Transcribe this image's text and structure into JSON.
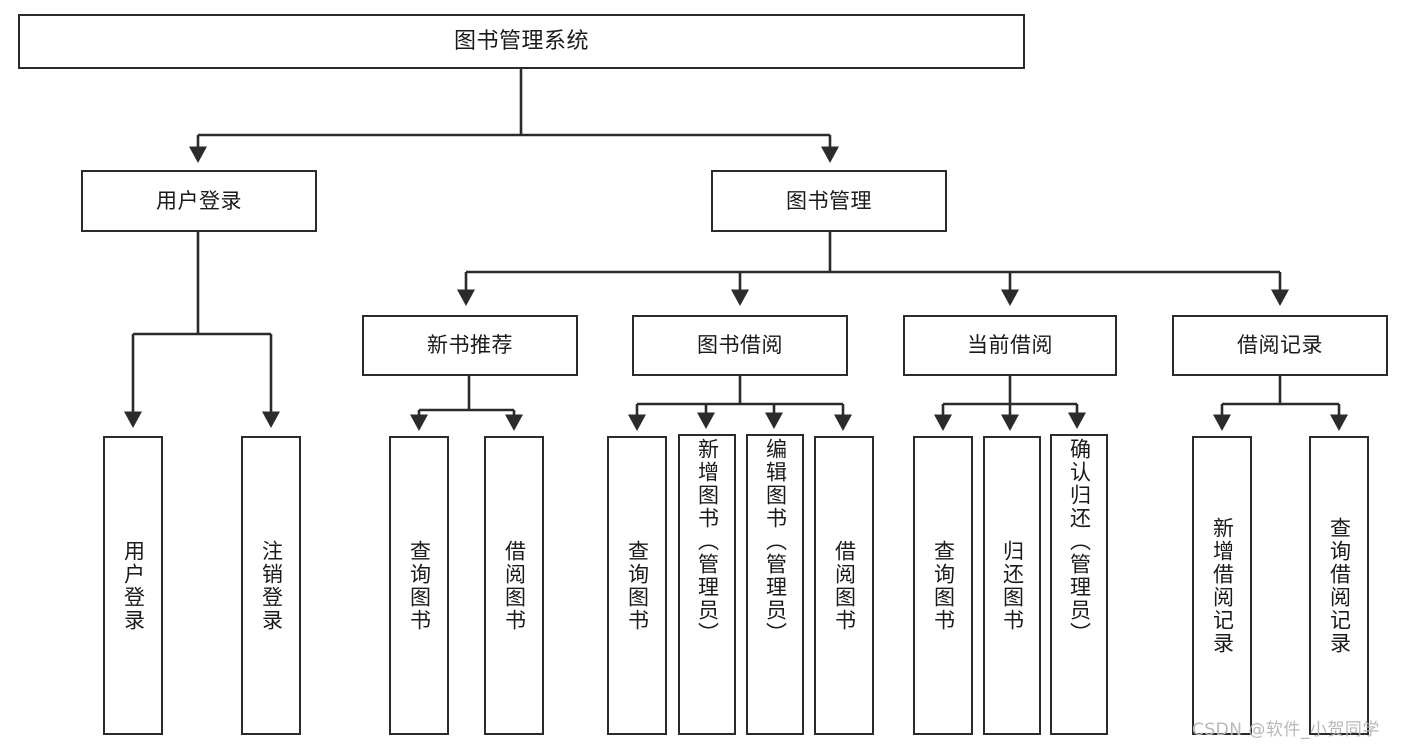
{
  "diagram": {
    "title": "图书管理系统",
    "type": "功能结构图",
    "stroke_color": "#2b2b2b",
    "fill_color": "#ffffff",
    "text_color": "#1a1a1a"
  },
  "root": {
    "label": "图书管理系统"
  },
  "level2": [
    {
      "id": "user-login",
      "label": "用户登录"
    },
    {
      "id": "book-management",
      "label": "图书管理"
    }
  ],
  "level3": [
    {
      "id": "new-book-recommend",
      "label": "新书推荐",
      "parent": "book-management"
    },
    {
      "id": "book-borrow",
      "label": "图书借阅",
      "parent": "book-management"
    },
    {
      "id": "current-borrow",
      "label": "当前借阅",
      "parent": "book-management"
    },
    {
      "id": "borrow-record",
      "label": "借阅记录",
      "parent": "book-management"
    }
  ],
  "leaves": {
    "user_login": [
      {
        "id": "leaf-user-login",
        "label": "用户登录"
      },
      {
        "id": "leaf-user-logout",
        "label": "注销登录"
      }
    ],
    "new_book_recommend": [
      {
        "id": "leaf-query-book-1",
        "label": "查询图书"
      },
      {
        "id": "leaf-borrow-book-1",
        "label": "借阅图书"
      }
    ],
    "book_borrow": [
      {
        "id": "leaf-query-book-2",
        "label": "查询图书"
      },
      {
        "id": "leaf-add-book",
        "label": "新增图书（管理员）"
      },
      {
        "id": "leaf-edit-book",
        "label": "编辑图书（管理员）"
      },
      {
        "id": "leaf-borrow-book-2",
        "label": "借阅图书"
      }
    ],
    "current_borrow": [
      {
        "id": "leaf-query-book-3",
        "label": "查询图书"
      },
      {
        "id": "leaf-return-book",
        "label": "归还图书"
      },
      {
        "id": "leaf-confirm-return",
        "label": "确认归还（管理员）"
      }
    ],
    "borrow_record": [
      {
        "id": "leaf-add-record",
        "label": "新增借阅记录"
      },
      {
        "id": "leaf-query-record",
        "label": "查询借阅记录"
      }
    ]
  },
  "watermark": {
    "text": "CSDN @软件_小贺同学",
    "color": "#b8b8b8"
  }
}
